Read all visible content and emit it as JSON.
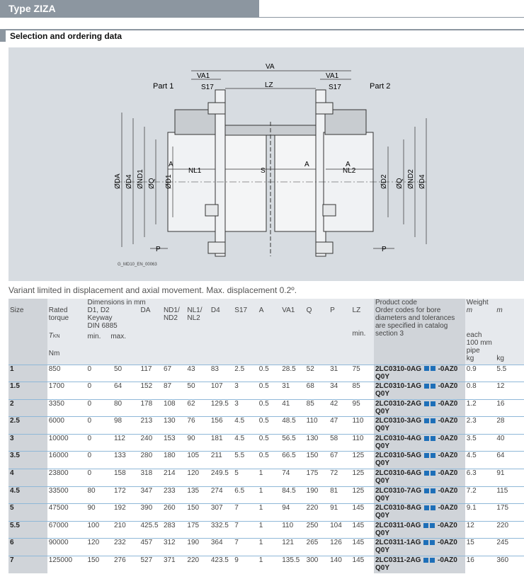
{
  "header": {
    "title": "Type ZIZA"
  },
  "section": {
    "title": "Selection and ordering data"
  },
  "drawing": {
    "labels": {
      "va": "VA",
      "va1": "VA1",
      "s17": "S17",
      "lz": "LZ",
      "part1": "Part 1",
      "part2": "Part 2",
      "a": "A",
      "nl1": "NL1",
      "nl2": "NL2",
      "s": "S",
      "da": "ØDA",
      "d4": "ØD4",
      "nd1": "ØND1",
      "q": "ØQ",
      "d1": "ØD1",
      "d2": "ØD2",
      "nd2": "ØND2",
      "p": "P",
      "drawing_id": "G_MD10_EN_00063"
    }
  },
  "caption": "Variant limited in displacement and axial movement. Max. displacement 0.2º.",
  "table": {
    "headers": {
      "size": "Size",
      "rated_torque_1": "Rated",
      "rated_torque_2": "torque",
      "tkn_t": "T",
      "tkn_sub": "KN",
      "nm": "Nm",
      "dimensions": "Dimensions in mm",
      "d1d2": "D1, D2",
      "keyway": "Keyway",
      "din": "DIN 6885",
      "min": "min.",
      "max": "max.",
      "da": "DA",
      "nd": "ND1/",
      "nd_2": "ND2",
      "nl": "NL1/",
      "nl_2": "NL2",
      "d4": "D4",
      "s17": "S17",
      "a": "A",
      "va1": "VA1",
      "q": "Q",
      "p": "P",
      "lz": "LZ",
      "lz_min": "min.",
      "product_code": "Product code",
      "order_note": "Order codes for bore diameters and tolerances are specified in catalog section 3",
      "weight": "Weight",
      "m1": "m",
      "m2": "m",
      "each": "each",
      "pipe": "100 mm",
      "pipe2": "pipe",
      "kg1": "kg",
      "kg2": "kg"
    },
    "rows": [
      {
        "size": "1",
        "torque": "850",
        "min": "0",
        "max": "50",
        "da": "117",
        "nd": "67",
        "nl": "43",
        "d4": "83",
        "s17": "2.5",
        "a": "0.5",
        "va1": "28.5",
        "q": "52",
        "p": "31",
        "lz": "75",
        "code_a": "2LC0310-0AG",
        "code_b": "-0AZ0",
        "code_c": "Q0Y",
        "m1": "0.9",
        "m2": "5.5"
      },
      {
        "size": "1.5",
        "torque": "1700",
        "min": "0",
        "max": "64",
        "da": "152",
        "nd": "87",
        "nl": "50",
        "d4": "107",
        "s17": "3",
        "a": "0.5",
        "va1": "31",
        "q": "68",
        "p": "34",
        "lz": "85",
        "code_a": "2LC0310-1AG",
        "code_b": "-0AZ0",
        "code_c": "Q0Y",
        "m1": "0.8",
        "m2": "12"
      },
      {
        "size": "2",
        "torque": "3350",
        "min": "0",
        "max": "80",
        "da": "178",
        "nd": "108",
        "nl": "62",
        "d4": "129.5",
        "s17": "3",
        "a": "0.5",
        "va1": "41",
        "q": "85",
        "p": "42",
        "lz": "95",
        "code_a": "2LC0310-2AG",
        "code_b": "-0AZ0",
        "code_c": "Q0Y",
        "m1": "1.2",
        "m2": "16"
      },
      {
        "size": "2.5",
        "torque": "6000",
        "min": "0",
        "max": "98",
        "da": "213",
        "nd": "130",
        "nl": "76",
        "d4": "156",
        "s17": "4.5",
        "a": "0.5",
        "va1": "48.5",
        "q": "110",
        "p": "47",
        "lz": "110",
        "code_a": "2LC0310-3AG",
        "code_b": "-0AZ0",
        "code_c": "Q0Y",
        "m1": "2.3",
        "m2": "28"
      },
      {
        "size": "3",
        "torque": "10000",
        "min": "0",
        "max": "112",
        "da": "240",
        "nd": "153",
        "nl": "90",
        "d4": "181",
        "s17": "4.5",
        "a": "0.5",
        "va1": "56.5",
        "q": "130",
        "p": "58",
        "lz": "110",
        "code_a": "2LC0310-4AG",
        "code_b": "-0AZ0",
        "code_c": "Q0Y",
        "m1": "3.5",
        "m2": "40"
      },
      {
        "size": "3.5",
        "torque": "16000",
        "min": "0",
        "max": "133",
        "da": "280",
        "nd": "180",
        "nl": "105",
        "d4": "211",
        "s17": "5.5",
        "a": "0.5",
        "va1": "66.5",
        "q": "150",
        "p": "67",
        "lz": "125",
        "code_a": "2LC0310-5AG",
        "code_b": "-0AZ0",
        "code_c": "Q0Y",
        "m1": "4.5",
        "m2": "64"
      },
      {
        "size": "4",
        "torque": "23800",
        "min": "0",
        "max": "158",
        "da": "318",
        "nd": "214",
        "nl": "120",
        "d4": "249.5",
        "s17": "5",
        "a": "1",
        "va1": "74",
        "q": "175",
        "p": "72",
        "lz": "125",
        "code_a": "2LC0310-6AG",
        "code_b": "-0AZ0",
        "code_c": "Q0Y",
        "m1": "6.3",
        "m2": "91"
      },
      {
        "size": "4.5",
        "torque": "33500",
        "min": "80",
        "max": "172",
        "da": "347",
        "nd": "233",
        "nl": "135",
        "d4": "274",
        "s17": "6.5",
        "a": "1",
        "va1": "84.5",
        "q": "190",
        "p": "81",
        "lz": "125",
        "code_a": "2LC0310-7AG",
        "code_b": "-0AZ0",
        "code_c": "Q0Y",
        "m1": "7.2",
        "m2": "115"
      },
      {
        "size": "5",
        "torque": "47500",
        "min": "90",
        "max": "192",
        "da": "390",
        "nd": "260",
        "nl": "150",
        "d4": "307",
        "s17": "7",
        "a": "1",
        "va1": "94",
        "q": "220",
        "p": "91",
        "lz": "145",
        "code_a": "2LC0310-8AG",
        "code_b": "-0AZ0",
        "code_c": "Q0Y",
        "m1": "9.1",
        "m2": "175"
      },
      {
        "size": "5.5",
        "torque": "67000",
        "min": "100",
        "max": "210",
        "da": "425.5",
        "nd": "283",
        "nl": "175",
        "d4": "332.5",
        "s17": "7",
        "a": "1",
        "va1": "110",
        "q": "250",
        "p": "104",
        "lz": "145",
        "code_a": "2LC0311-0AG",
        "code_b": "-0AZ0",
        "code_c": "Q0Y",
        "m1": "12",
        "m2": "220"
      },
      {
        "size": "6",
        "torque": "90000",
        "min": "120",
        "max": "232",
        "da": "457",
        "nd": "312",
        "nl": "190",
        "d4": "364",
        "s17": "7",
        "a": "1",
        "va1": "121",
        "q": "265",
        "p": "126",
        "lz": "145",
        "code_a": "2LC0311-1AG",
        "code_b": "-0AZ0",
        "code_c": "Q0Y",
        "m1": "15",
        "m2": "245"
      },
      {
        "size": "7",
        "torque": "125000",
        "min": "150",
        "max": "276",
        "da": "527",
        "nd": "371",
        "nl": "220",
        "d4": "423.5",
        "s17": "9",
        "a": "1",
        "va1": "135.5",
        "q": "300",
        "p": "140",
        "lz": "145",
        "code_a": "2LC0311-2AG",
        "code_b": "-0AZ0",
        "code_c": "Q0Y",
        "m1": "16",
        "m2": "360"
      }
    ]
  },
  "colors": {
    "header": "#8c96a0",
    "accent_square": "#1e6fb8",
    "row_rule": "#8fb8d8",
    "drawing_bg": "#d7dce1"
  }
}
